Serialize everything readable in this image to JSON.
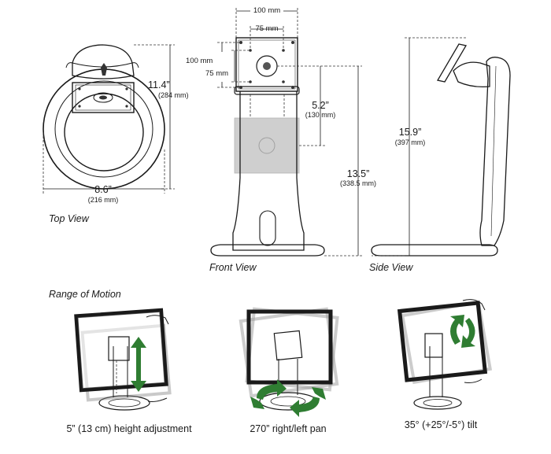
{
  "top_view": {
    "label": "Top View",
    "height_in": "11.4”",
    "height_mm": "(284 mm)",
    "width_in": "8.6”",
    "width_mm": "(216 mm)"
  },
  "front_view": {
    "label": "Front View",
    "vesa_outer_w": "100 mm",
    "vesa_inner_w": "75 mm",
    "vesa_outer_h": "100 mm",
    "vesa_inner_h": "75 mm",
    "travel_in": "5.2”",
    "travel_mm": "(130 mm)",
    "height_in": "13.5”",
    "height_mm": "(338.5 mm)"
  },
  "side_view": {
    "label": "Side View",
    "height_in": "15.9”",
    "height_mm": "(397 mm)"
  },
  "range_of_motion": {
    "title": "Range of Motion",
    "height_caption": "5” (13 cm) height adjustment",
    "pan_caption": "270” right/left pan",
    "tilt_caption": "35° (+25°/-5°) tilt"
  },
  "colors": {
    "arrow_green": "#2f7d32",
    "line": "#1a1a1a",
    "ghost_gray": "#c8c8c8"
  }
}
